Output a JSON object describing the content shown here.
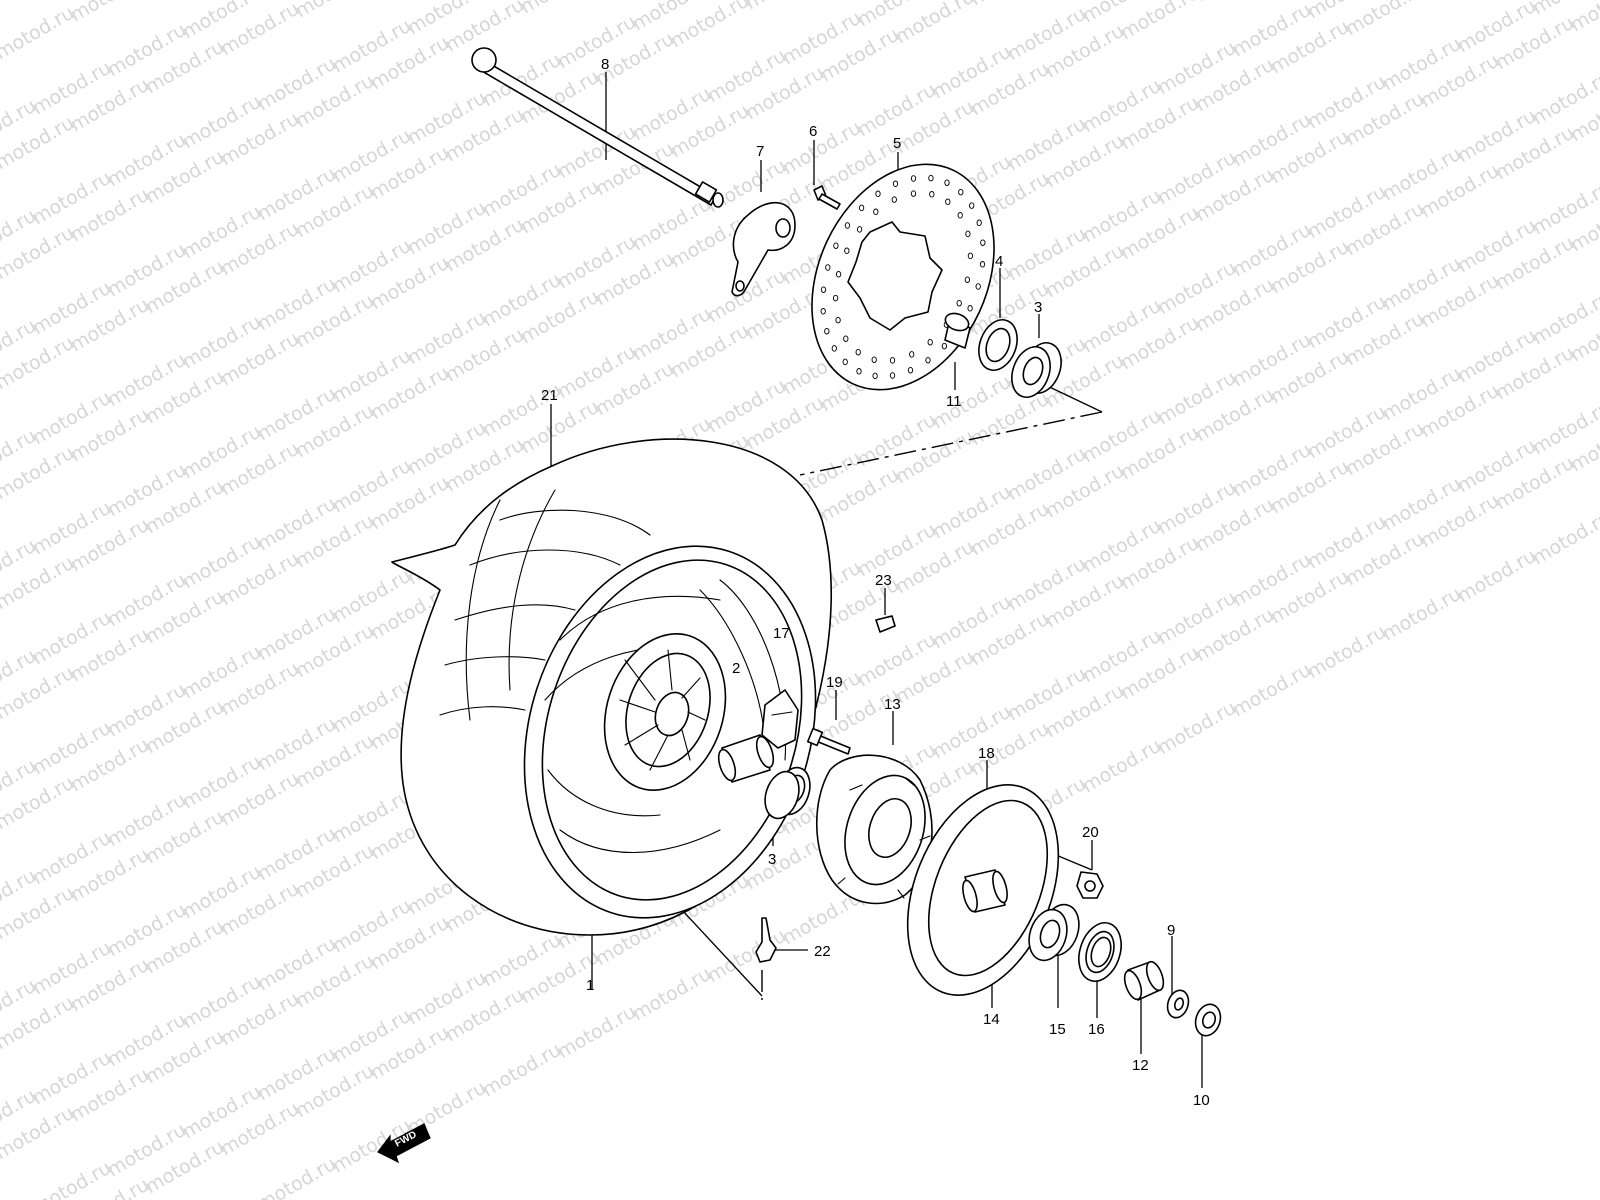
{
  "watermark": {
    "text": "motod.ru",
    "color": "#d6d6d6"
  },
  "direction_marker": {
    "text": "FWD",
    "icon": "fwd-arrow-icon"
  },
  "callouts": [
    {
      "id": "1",
      "part": "rear-wheel-rim"
    },
    {
      "id": "2",
      "part": "spacer"
    },
    {
      "id": "3",
      "part": "bearing"
    },
    {
      "id": "3",
      "part": "bearing"
    },
    {
      "id": "4",
      "part": "oil-seal"
    },
    {
      "id": "5",
      "part": "brake-disc"
    },
    {
      "id": "6",
      "part": "disc-bolt"
    },
    {
      "id": "7",
      "part": "caliper-holder"
    },
    {
      "id": "8",
      "part": "axle"
    },
    {
      "id": "9",
      "part": "washer"
    },
    {
      "id": "10",
      "part": "axle-nut"
    },
    {
      "id": "11",
      "part": "spacer"
    },
    {
      "id": "12",
      "part": "spacer"
    },
    {
      "id": "13",
      "part": "sprocket-mounting-drum"
    },
    {
      "id": "14",
      "part": "sprocket-bolt"
    },
    {
      "id": "15",
      "part": "bearing"
    },
    {
      "id": "16",
      "part": "oil-seal"
    },
    {
      "id": "17",
      "part": "damper"
    },
    {
      "id": "18",
      "part": "sprocket"
    },
    {
      "id": "19",
      "part": "stud"
    },
    {
      "id": "20",
      "part": "sprocket-nut"
    },
    {
      "id": "21",
      "part": "tire"
    },
    {
      "id": "22",
      "part": "valve"
    },
    {
      "id": "23",
      "part": "balancer"
    }
  ]
}
